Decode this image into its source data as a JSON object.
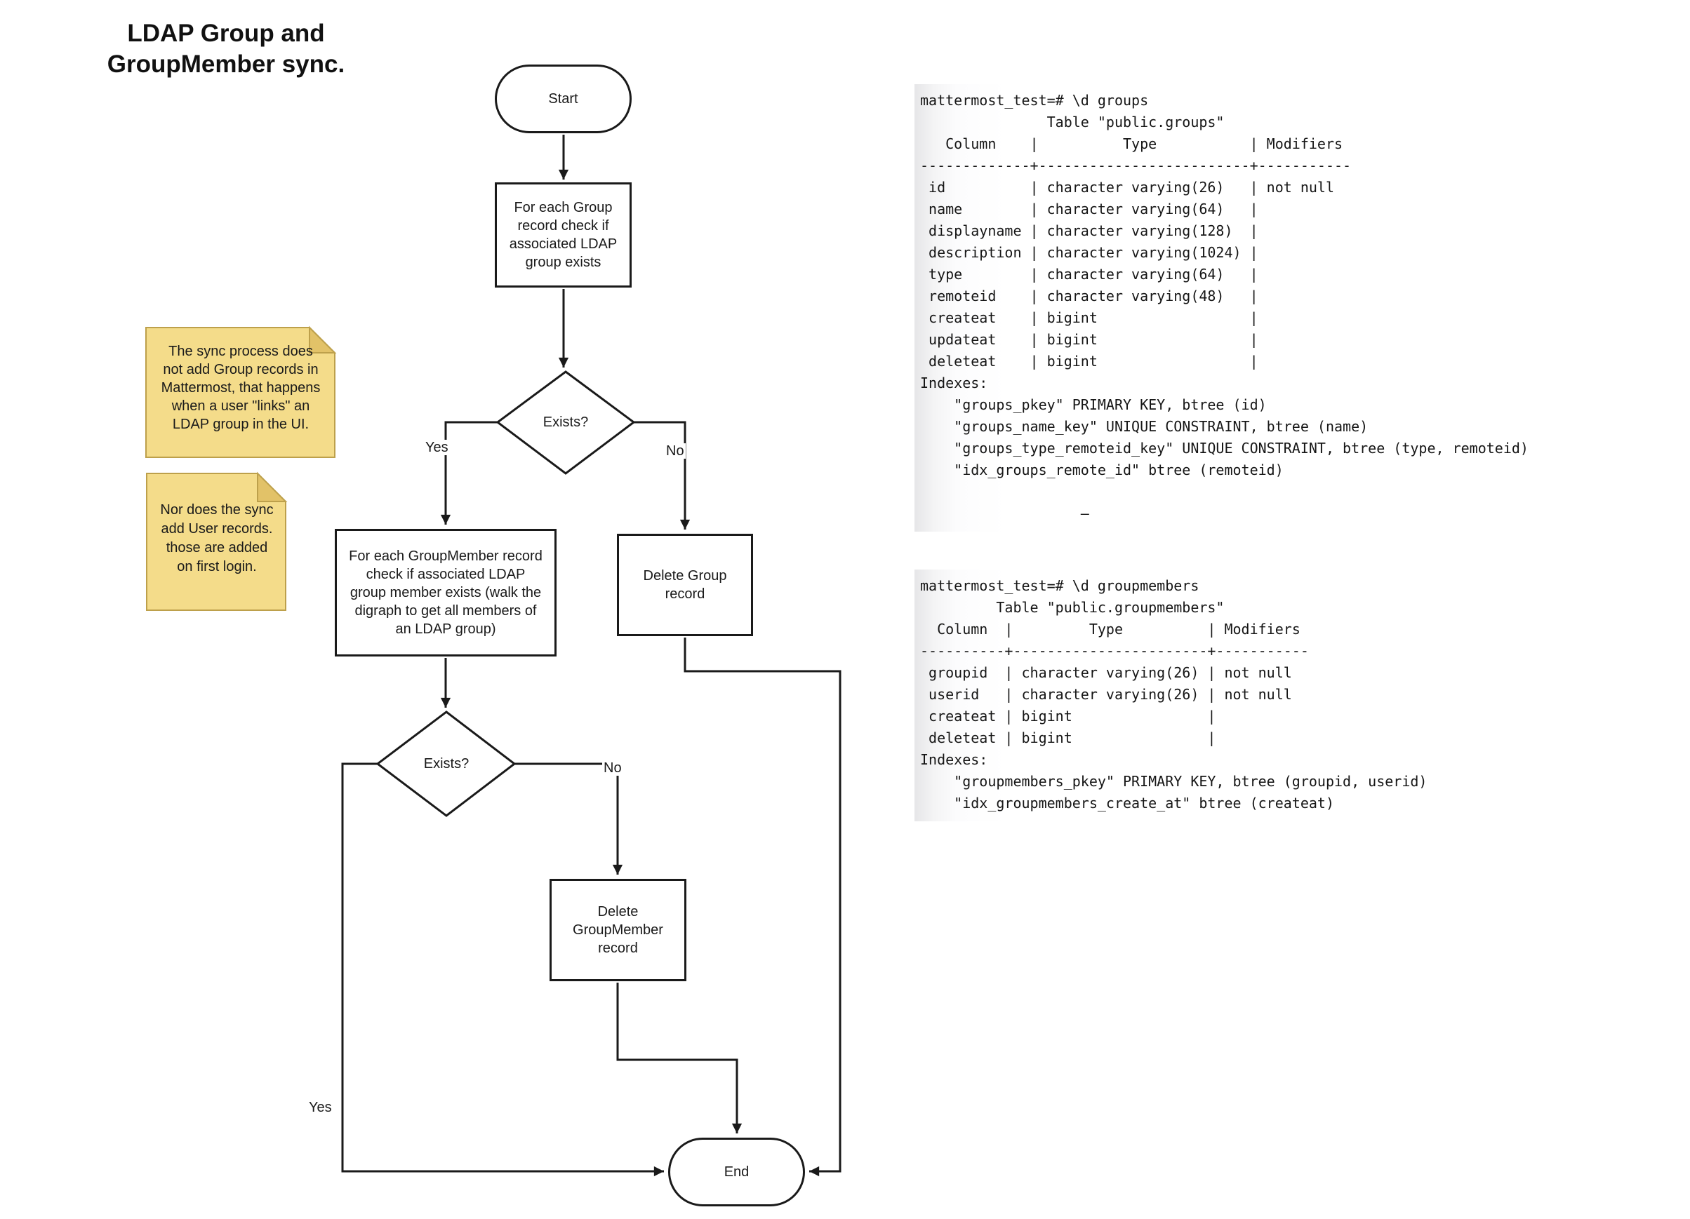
{
  "title": {
    "lines": [
      "LDAP Group and",
      "GroupMember sync."
    ]
  },
  "flowchart": {
    "start_label": "Start",
    "check_group_lines": [
      "For each Group",
      "record check if",
      "associated LDAP",
      "group exists"
    ],
    "exists1_label": "Exists?",
    "yes1_label": "Yes",
    "no1_label": "No",
    "check_groupmember_lines": [
      "For each GroupMember record",
      "check if associated LDAP",
      "group member exists (walk the",
      "digraph to get all members of",
      "an LDAP group)"
    ],
    "delete_group_lines": [
      "Delete Group",
      "record"
    ],
    "exists2_label": "Exists?",
    "yes2_label": "Yes",
    "no2_label": "No",
    "delete_groupmember_lines": [
      "Delete",
      "GroupMember",
      "record"
    ],
    "end_label": "End"
  },
  "notes": {
    "note1_lines": [
      "The sync process does",
      "not add Group records in",
      "Mattermost, that happens",
      "when a user \"links\" an",
      "LDAP group in the UI."
    ],
    "note2_lines": [
      "Nor does the sync",
      "add User records.",
      "those are added",
      "on first login."
    ]
  },
  "terminals": {
    "groups": {
      "lines": [
        "mattermost_test=# \\d groups",
        "               Table \"public.groups\"",
        "   Column    |          Type           | Modifiers",
        "-------------+-------------------------+-----------",
        " id          | character varying(26)   | not null",
        " name        | character varying(64)   |",
        " displayname | character varying(128)  |",
        " description | character varying(1024) |",
        " type        | character varying(64)   |",
        " remoteid    | character varying(48)   |",
        " createat    | bigint                  |",
        " updateat    | bigint                  |",
        " deleteat    | bigint                  |",
        "Indexes:",
        "    \"groups_pkey\" PRIMARY KEY, btree (id)",
        "    \"groups_name_key\" UNIQUE CONSTRAINT, btree (name)",
        "    \"groups_type_remoteid_key\" UNIQUE CONSTRAINT, btree (type, remoteid)",
        "    \"idx_groups_remote_id\" btree (remoteid)",
        "",
        "                   –"
      ]
    },
    "groupmembers": {
      "lines": [
        "mattermost_test=# \\d groupmembers",
        "         Table \"public.groupmembers\"",
        "  Column  |         Type          | Modifiers",
        "----------+-----------------------+-----------",
        " groupid  | character varying(26) | not null",
        " userid   | character varying(26) | not null",
        " createat | bigint                |",
        " deleteat | bigint                |",
        "Indexes:",
        "    \"groupmembers_pkey\" PRIMARY KEY, btree (groupid, userid)",
        "    \"idx_groupmembers_create_at\" btree (createat)"
      ]
    }
  },
  "colors": {
    "line": "#1a1a1a",
    "shape_fill": "#ffffff",
    "note_fill": "#f4dc8a",
    "note_fold": "#e2c268",
    "note_border": "#bda04b",
    "terminal_edge": "#e6e6e8",
    "text": "#161616"
  }
}
